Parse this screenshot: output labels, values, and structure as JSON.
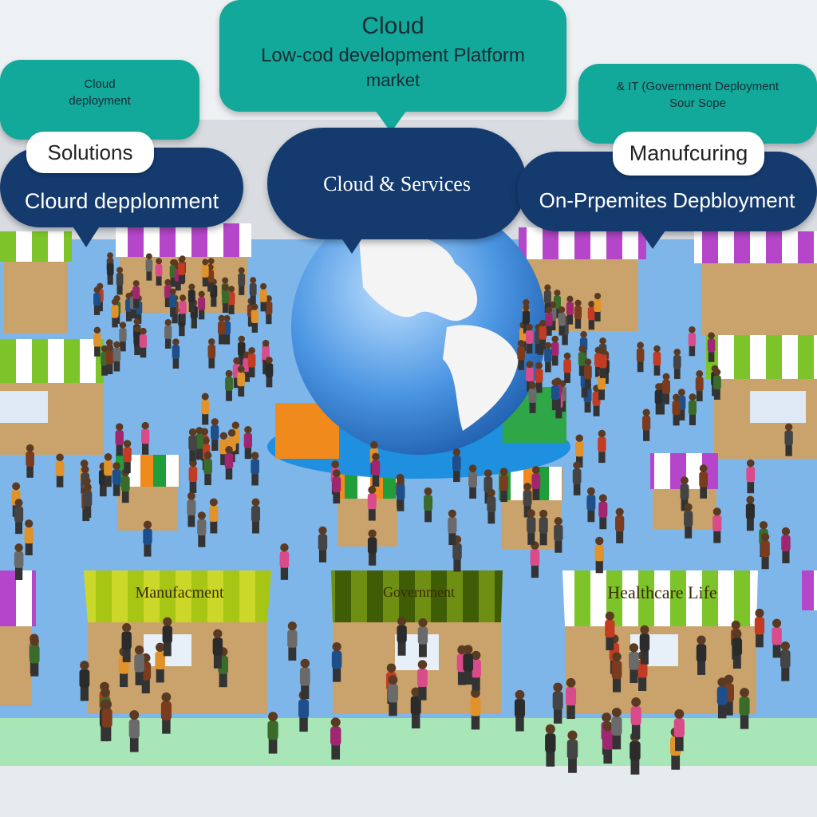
{
  "top_bubble": {
    "title": "Cloud",
    "subtitle": "Low-cod development Platform",
    "line3": "market"
  },
  "left_teal_bubble": {
    "line1": "Cloud",
    "line2": "deployment"
  },
  "right_teal_bubble": {
    "line1": "& IT (Government Deployment",
    "line2": "Sour Sope"
  },
  "left_navy_bubble": {
    "pill": "Solutions",
    "text": "Clourd depplonment"
  },
  "center_navy_bubble": {
    "text": "Cloud & Services"
  },
  "right_navy_bubble": {
    "pill": "Manufcuring",
    "text": "On-Prpemites Depbloyment"
  },
  "stall_banners": {
    "manufacturing": "Manufacment",
    "government": "Government",
    "healthcare": "Healthcare Life"
  },
  "colors": {
    "teal": "#12a89a",
    "navy": "#143a6e",
    "floor": "#7fb6ea",
    "globe": "#3f8fe0",
    "awning_green": "#7cc42a",
    "awning_purple": "#b646c9"
  }
}
